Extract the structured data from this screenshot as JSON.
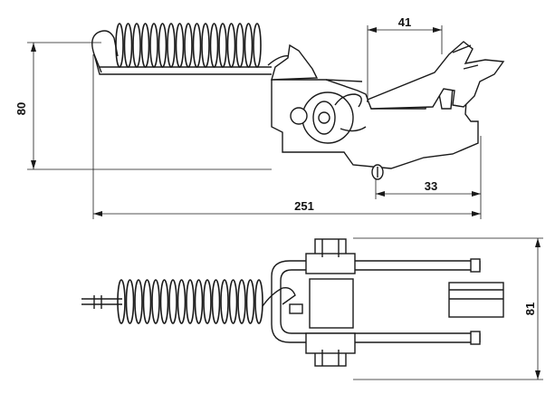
{
  "dimensions": {
    "side_height": "80",
    "jaw_width": "41",
    "total_length": "251",
    "hook_offset": "33",
    "top_width": "81"
  }
}
